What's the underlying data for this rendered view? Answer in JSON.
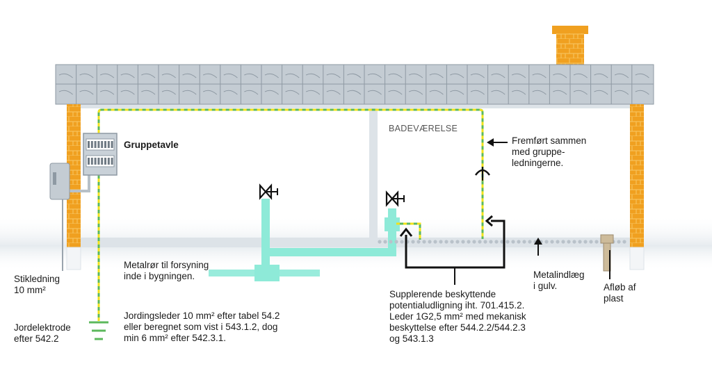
{
  "colors": {
    "roof": "#c4ccd3",
    "roof_line": "#8e99a3",
    "brick": "#f0a020",
    "brick_line": "#f7c766",
    "wall": "#dde3e8",
    "water_pipe": "#8eead8",
    "earth_green": "#5cb85c",
    "earth_yellow": "#f2e21a",
    "drain": "#cdbb9a",
    "text": "#1a1a1a"
  },
  "labels": {
    "group_panel": "Gruppetavle",
    "bathroom": "BADEVÆRELSE",
    "carried_along": "Fremført sammen\nmed gruppe-\nledningerne.",
    "service_cable": "Stikledning\n10 mm²",
    "metal_pipe": "Metalrør til forsyning\ninde i bygningen.",
    "earth_electrode": "Jordelektrode\nefter 542.2",
    "earth_conductor": "Jordingsleder 10 mm² efter tabel 54.2\neller beregnet som vist i 543.1.2, dog\nmin 6 mm² efter 542.3.1.",
    "floor_insert": "Metalindlæg\ni gulv.",
    "drain": "Afløb af\nplast",
    "supplementary_bonding": "Supplerende beskyttende\npotentialudligning iht. 701.415.2.\nLeder 1G2,5 mm² med mekanisk\nbeskyttelse efter 544.2.2/544.2.3\nog 543.1.3"
  },
  "icons": {
    "valve": "valve-icon",
    "earth": "earth-symbol-icon",
    "arrow": "arrow-icon"
  }
}
